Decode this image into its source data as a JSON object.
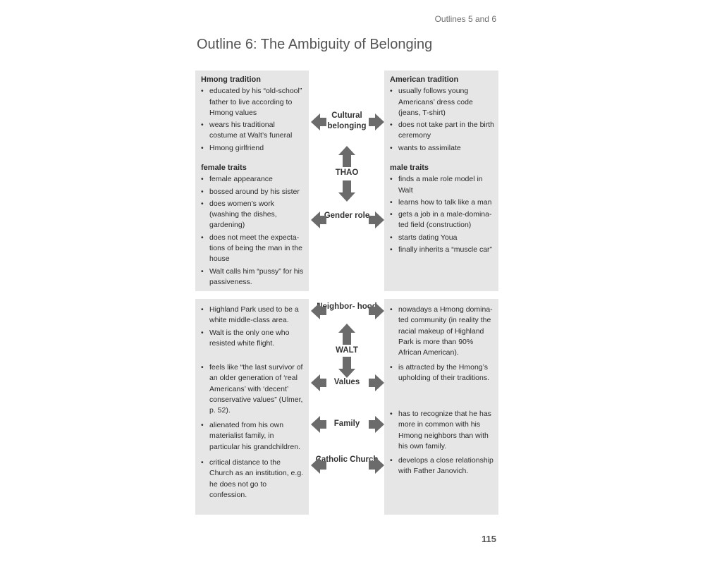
{
  "header": "Outlines 5 and 6",
  "title": "Outline 6: The Ambiguity of Belonging",
  "page_number": "115",
  "colors": {
    "box": "#e6e6e6",
    "arrow": "#6b6b6b"
  },
  "thao": {
    "center": "THAO",
    "hmong": {
      "heading": "Hmong tradition",
      "items": [
        "educated by his “old-school” father to live according to Hmong values",
        "wears his traditional costume at Walt’s funeral",
        "Hmong girlfriend"
      ]
    },
    "american": {
      "heading": "American tradition",
      "items": [
        "usually follows young Americans’ dress code (jeans, T-shirt)",
        "does not take part in the birth ceremony",
        "wants to assimilate"
      ]
    },
    "female": {
      "heading": "female traits",
      "items": [
        "female appearance",
        "bossed around by his sister",
        "does women’s work (washing the dishes, gardening)",
        "does not meet the expecta­tions of being the man in the house",
        "Walt calls him “pussy” for his passiveness."
      ]
    },
    "male": {
      "heading": "male traits",
      "items": [
        "finds a male role model in Walt",
        "learns how to talk like a man",
        "gets a job in a male-domina­ted field (construction)",
        "starts dating Youa",
        "finally inherits a “muscle car”"
      ]
    },
    "labels": {
      "cultural": "Cultural belonging",
      "gender": "Gender role"
    }
  },
  "walt": {
    "center": "WALT",
    "labels": {
      "neighborhood": "Neighbor- hood",
      "values": "Values",
      "family": "Family",
      "church": "Catholic Church"
    },
    "left": {
      "neighborhood": [
        "Highland Park used to be a white middle-class area.",
        "Walt is the only one who resisted white flight."
      ],
      "values": [
        "feels like “the last survivor of an older generation of ‘real Americans’ with ‘decent’ conservative values” (Ulmer, p. 52)."
      ],
      "family": [
        "alienated from his own materialist family, in particular his grandchildren."
      ],
      "church": [
        "critical distance to the Church as an institution, e.g. he does not go to confession."
      ]
    },
    "right": {
      "neighborhood": [
        "nowadays a Hmong domina­ted community (in reality the racial makeup of Highland Park is more than 90% African American)."
      ],
      "values": [
        "is attracted by the Hmong’s upholding of their traditions."
      ],
      "family": [
        "has to recognize that he has more in common with his Hmong neighbors than with his own family."
      ],
      "church": [
        "develops a close relationship with Father Janovich."
      ]
    }
  }
}
